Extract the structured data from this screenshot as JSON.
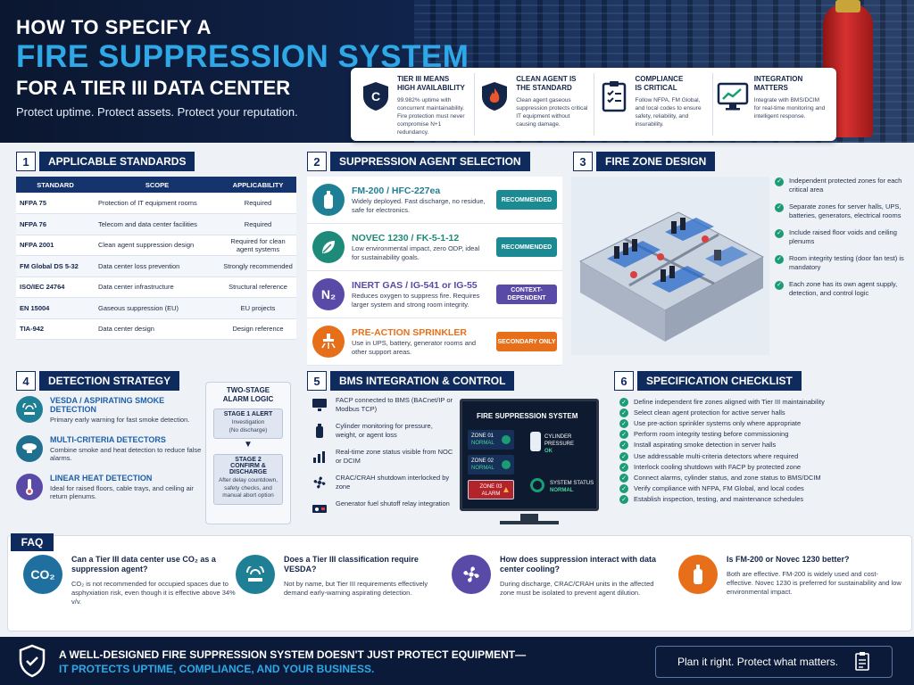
{
  "header": {
    "title_line1": "HOW TO SPECIFY A",
    "title_line2": "FIRE SUPPRESSION SYSTEM",
    "title_line3": "FOR A TIER III DATA CENTER",
    "subtitle": "Protect uptime. Protect assets. Protect your reputation.",
    "cards": [
      {
        "title_a": "TIER III MEANS",
        "title_b": "HIGH AVAILABILITY",
        "text": "99.982% uptime with concurrent maintainability. Fire protection must never compromise N+1 redundancy.",
        "icon": "shield-c-icon"
      },
      {
        "title_a": "CLEAN AGENT IS",
        "title_b": "THE STANDARD",
        "text": "Clean agent gaseous suppression protects critical IT equipment without causing damage.",
        "icon": "flame-shield-icon"
      },
      {
        "title_a": "COMPLIANCE",
        "title_b": "IS CRITICAL",
        "text": "Follow NFPA, FM Global, and local codes to ensure safety, reliability, and insurability.",
        "icon": "clipboard-check-icon"
      },
      {
        "title_a": "INTEGRATION",
        "title_b": "MATTERS",
        "text": "Integrate with BMS/DCIM for real-time monitoring and intelligent response.",
        "icon": "monitor-chart-icon"
      }
    ]
  },
  "sections": {
    "s1": {
      "num": "1",
      "label": "APPLICABLE STANDARDS"
    },
    "s2": {
      "num": "2",
      "label": "SUPPRESSION AGENT SELECTION"
    },
    "s3": {
      "num": "3",
      "label": "FIRE ZONE DESIGN"
    },
    "s4": {
      "num": "4",
      "label": "DETECTION STRATEGY"
    },
    "s5": {
      "num": "5",
      "label": "BMS INTEGRATION & CONTROL"
    },
    "s6": {
      "num": "6",
      "label": "SPECIFICATION CHECKLIST"
    }
  },
  "standards": {
    "headers": [
      "STANDARD",
      "SCOPE",
      "APPLICABILITY"
    ],
    "rows": [
      [
        "NFPA 75",
        "Protection of IT equipment rooms",
        "Required"
      ],
      [
        "NFPA 76",
        "Telecom and data center facilities",
        "Required"
      ],
      [
        "NFPA 2001",
        "Clean agent suppression design",
        "Required for clean agent systems"
      ],
      [
        "FM Global DS 5-32",
        "Data center loss prevention",
        "Strongly recommended"
      ],
      [
        "ISO/IEC 24764",
        "Data center infrastructure",
        "Structural reference"
      ],
      [
        "EN 15004",
        "Gaseous suppression (EU)",
        "EU projects"
      ],
      [
        "TIA-942",
        "Data center design",
        "Design reference"
      ]
    ]
  },
  "agents": [
    {
      "name": "FM-200 / HFC-227ea",
      "desc": "Widely deployed. Fast discharge, no residue, safe for electronics.",
      "badge": "RECOMMENDED",
      "color": "#1f7f95",
      "badge_color": "#1b8a93",
      "icon_label": ""
    },
    {
      "name": "NOVEC 1230 / FK-5-1-12",
      "desc": "Low environmental impact, zero ODP, ideal for sustainability goals.",
      "badge": "RECOMMENDED",
      "color": "#1d8a7a",
      "badge_color": "#1b8a93",
      "icon_label": ""
    },
    {
      "name": "INERT GAS / IG-541 or IG-55",
      "desc": "Reduces oxygen to suppress fire. Requires larger system and strong room integrity.",
      "badge": "CONTEXT-DEPENDENT",
      "color": "#5a4aa8",
      "badge_color": "#5a4aa8",
      "icon_label": "N₂"
    },
    {
      "name": "PRE-ACTION SPRINKLER",
      "desc": "Use in UPS, battery, generator rooms and other support areas.",
      "badge": "SECONDARY ONLY",
      "color": "#e86f1a",
      "badge_color": "#e86f1a",
      "icon_label": ""
    }
  ],
  "zones": [
    "Independent protected zones for each critical area",
    "Separate zones for server halls, UPS, batteries, generators, electrical rooms",
    "Include raised floor voids and ceiling plenums",
    "Room integrity testing (door fan test) is mandatory",
    "Each zone has its own agent supply, detection, and control logic"
  ],
  "detection": [
    {
      "title": "VESDA / ASPIRATING SMOKE DETECTION",
      "text": "Primary early warning for fast smoke detection.",
      "color": "#1f7f95"
    },
    {
      "title": "MULTI-CRITERIA DETECTORS",
      "text": "Combine smoke and heat detection to reduce false alarms.",
      "color": "#1f6f8f"
    },
    {
      "title": "LINEAR HEAT DETECTION",
      "text": "Ideal for raised floors, cable trays, and ceiling air return plenums.",
      "color": "#5a4aa8"
    }
  ],
  "alarm": {
    "title_a": "TWO-STAGE",
    "title_b": "ALARM LOGIC",
    "stage1_title": "STAGE 1 ALERT",
    "stage1_text_a": "Investigation",
    "stage1_text_b": "(No discharge)",
    "stage2_title_a": "STAGE 2",
    "stage2_title_b": "CONFIRM & DISCHARGE",
    "stage2_text": "After delay countdown, safety checks, and manual abort option"
  },
  "bms": [
    "FACP connected to BMS (BACnet/IP or Modbus TCP)",
    "Cylinder monitoring for pressure, weight, or agent loss",
    "Real-time zone status visible from NOC or DCIM",
    "CRAC/CRAH shutdown interlocked by zone",
    "Generator fuel shutoff relay integration"
  ],
  "monitor": {
    "title": "FIRE SUPPRESSION SYSTEM",
    "zones": [
      {
        "name": "ZONE 01",
        "status": "NORMAL"
      },
      {
        "name": "ZONE 02",
        "status": "NORMAL"
      },
      {
        "name": "ZONE 03",
        "status": "ALARM"
      }
    ],
    "cylinder_label": "CYLINDER PRESSURE",
    "cylinder_value": "OK",
    "system_label": "SYSTEM STATUS",
    "system_value": "NORMAL"
  },
  "checklist": [
    "Define independent fire zones aligned with Tier III maintainability",
    "Select clean agent protection for active server halls",
    "Use pre-action sprinkler systems only where appropriate",
    "Perform room integrity testing before commissioning",
    "Install aspirating smoke detection in server halls",
    "Use addressable multi-criteria detectors where required",
    "Interlock cooling shutdown with FACP by protected zone",
    "Connect alarms, cylinder status, and zone status to BMS/DCIM",
    "Verify compliance with NFPA, FM Global, and local codes",
    "Establish inspection, testing, and maintenance schedules"
  ],
  "faq": {
    "tag": "FAQ",
    "items": [
      {
        "q": "Can a Tier III data center use CO₂ as a suppression agent?",
        "a": "CO₂ is not recommended for occupied spaces due to asphyxiation risk, even though it is effective above 34% v/v.",
        "icon_label": "CO₂",
        "color": "#1f6f9f"
      },
      {
        "q": "Does a Tier III classification require VESDA?",
        "a": "Not by name, but Tier III requirements effectively demand early-warning aspirating detection.",
        "icon_label": "",
        "color": "#1f7f95"
      },
      {
        "q": "How does suppression interact with data center cooling?",
        "a": "During discharge, CRAC/CRAH units in the affected zone must be isolated to prevent agent dilution.",
        "icon_label": "",
        "color": "#5a4aa8"
      },
      {
        "q": "Is FM-200 or Novec 1230 better?",
        "a": "Both are effective. FM-200 is widely used and cost-effective. Novec 1230 is preferred for sustainability and low environmental impact.",
        "icon_label": "",
        "color": "#e86f1a"
      }
    ]
  },
  "footer": {
    "line1": "A WELL-DESIGNED FIRE SUPPRESSION SYSTEM DOESN'T JUST PROTECT EQUIPMENT—",
    "line2": "IT PROTECTS UPTIME, COMPLIANCE, AND YOUR BUSINESS.",
    "cta": "Plan it right. Protect what matters."
  }
}
